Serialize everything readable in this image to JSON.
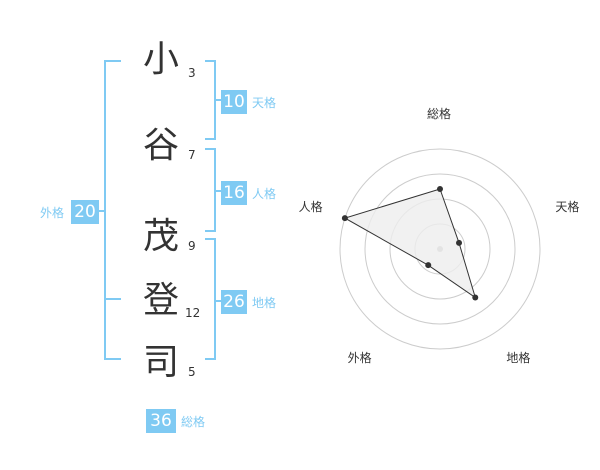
{
  "name": {
    "characters": [
      {
        "char": "小",
        "strokes": "3"
      },
      {
        "char": "谷",
        "strokes": "7"
      },
      {
        "char": "茂",
        "strokes": "9"
      },
      {
        "char": "登",
        "strokes": "12"
      },
      {
        "char": "司",
        "strokes": "5"
      }
    ]
  },
  "fortune": {
    "tenkaku": {
      "value": "10",
      "label": "天格"
    },
    "jinkaku": {
      "value": "16",
      "label": "人格"
    },
    "chikaku": {
      "value": "26",
      "label": "地格"
    },
    "gaikaku": {
      "value": "20",
      "label": "外格"
    },
    "soukaku": {
      "value": "36",
      "label": "総格"
    }
  },
  "chart_data": {
    "type": "radar",
    "axes": [
      "総格",
      "天格",
      "地格",
      "外格",
      "人格"
    ],
    "values": [
      3,
      1,
      3,
      1,
      5
    ],
    "range": [
      0,
      5
    ],
    "rings": 4,
    "colors": {
      "fill": "#eeeeee",
      "line": "#333333",
      "ring": "#cccccc",
      "center": "#bbbbbb"
    }
  },
  "colors": {
    "accent": "#7fcaf3",
    "text": "#333333"
  }
}
